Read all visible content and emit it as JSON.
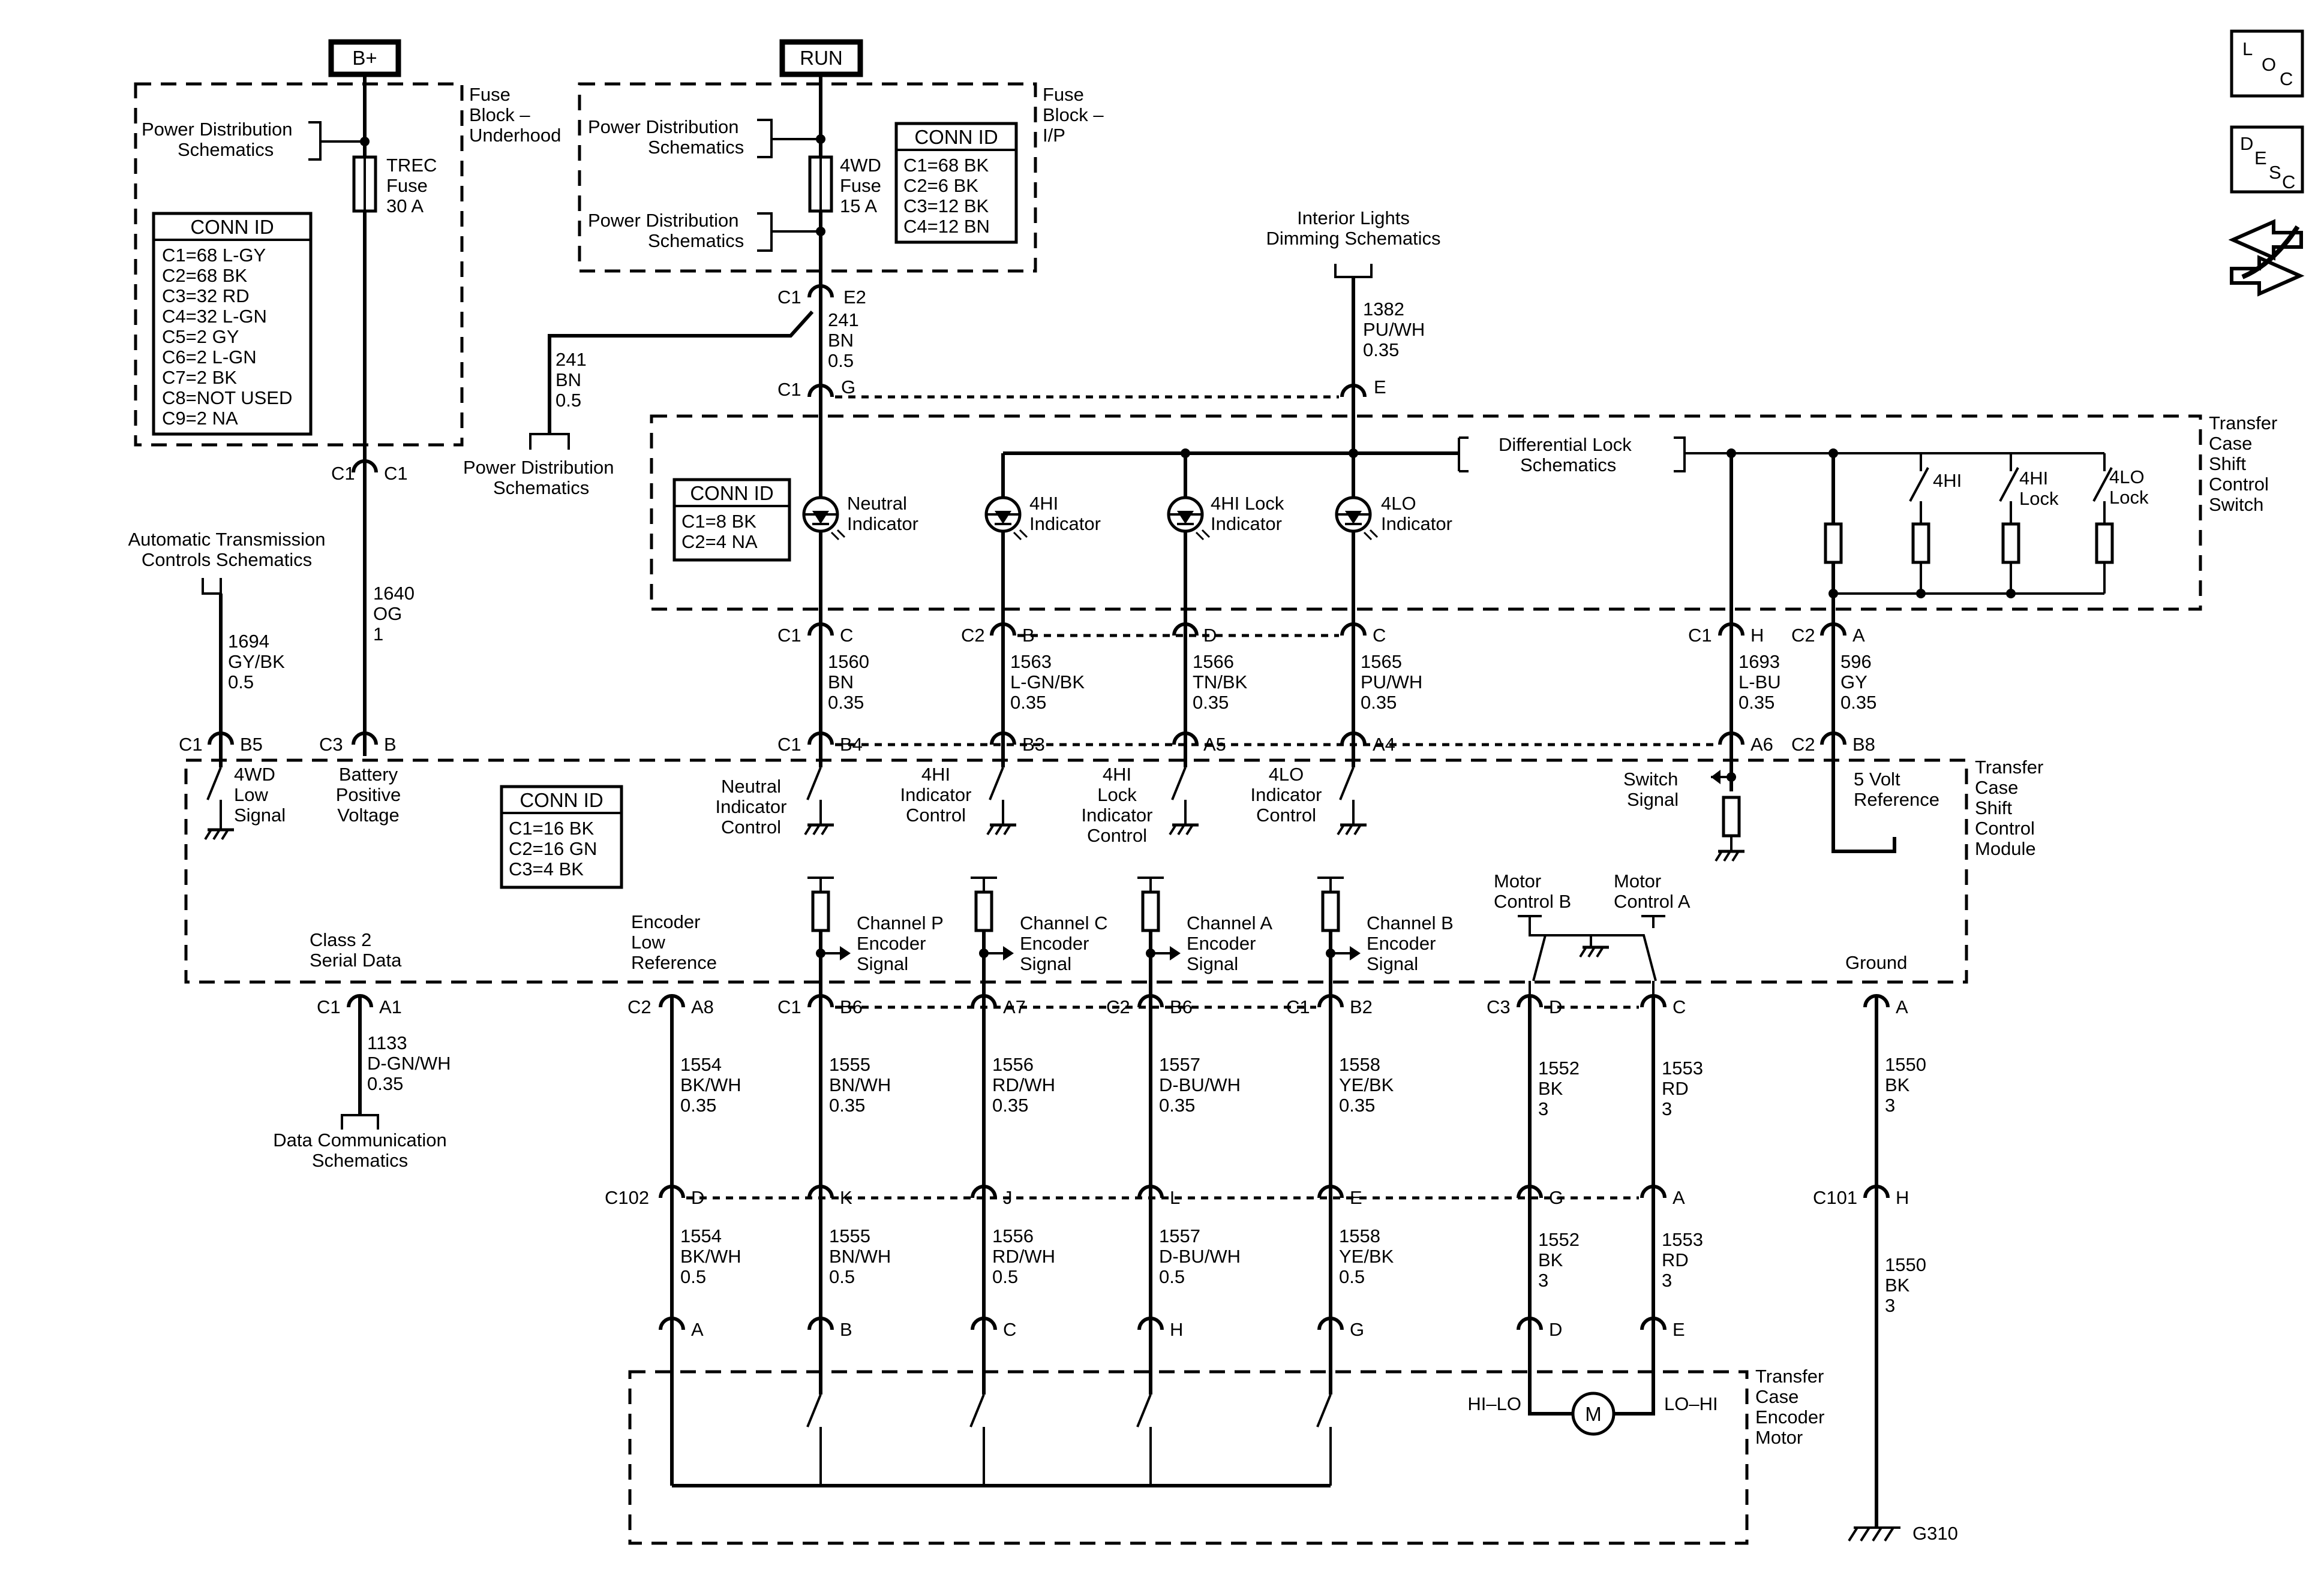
{
  "sources": {
    "bplus": "B+",
    "run": "RUN"
  },
  "nav_icons": {
    "loc": [
      "L",
      "O",
      "C"
    ],
    "desc": [
      "D",
      "E",
      "S",
      "C"
    ],
    "swap": "swap-arrows-icon"
  },
  "fuse_underhood": {
    "block_label": [
      "Fuse",
      "Block –",
      "Underhood"
    ],
    "power_ref": [
      "Power Distribution",
      "Schematics"
    ],
    "fuse": [
      "TREC",
      "Fuse",
      "30 A"
    ],
    "conn_title": "CONN ID",
    "conn": [
      "C1=68 L-GY",
      "C2=68 BK",
      "C3=32 RD",
      "C4=32 L-GN",
      "C5=2 GY",
      "C6=2 L-GN",
      "C7=2 BK",
      "C8=NOT USED",
      "C9=2 NA"
    ]
  },
  "fuse_ip": {
    "block_label": [
      "Fuse",
      "Block –",
      "I/P"
    ],
    "power_ref1": [
      "Power Distribution",
      "Schematics"
    ],
    "power_ref2": [
      "Power Distribution",
      "Schematics"
    ],
    "fuse": [
      "4WD",
      "Fuse",
      "15 A"
    ],
    "conn_title": "CONN ID",
    "conn": [
      "C1=68 BK",
      "C2=6 BK",
      "C3=12 BK",
      "C4=12 BN"
    ]
  },
  "switch_module": {
    "label": [
      "Transfer",
      "Case",
      "Shift",
      "Control",
      "Switch"
    ],
    "conn_title": "CONN ID",
    "conn": [
      "C1=8 BK",
      "C2=4 NA"
    ],
    "indicators": [
      [
        "Neutral",
        "Indicator"
      ],
      [
        "4HI",
        "Indicator"
      ],
      [
        "4HI Lock",
        "Indicator"
      ],
      [
        "4LO",
        "Indicator"
      ]
    ],
    "diff_lock": [
      "Differential Lock",
      "Schematics"
    ],
    "switches": [
      "4HI",
      [
        "4HI",
        "Lock"
      ],
      [
        "4LO",
        "Lock"
      ]
    ]
  },
  "control_module": {
    "label": [
      "Transfer",
      "Case",
      "Shift",
      "Control",
      "Module"
    ],
    "conn_title": "CONN ID",
    "conn": [
      "C1=16 BK",
      "C2=16 GN",
      "C3=4 BK"
    ],
    "inputs": [
      [
        "4WD",
        "Low",
        "Signal"
      ],
      [
        "Battery",
        "Positive",
        "Voltage"
      ],
      [
        "Neutral",
        "Indicator",
        "Control"
      ],
      [
        "4HI",
        "Indicator",
        "Control"
      ],
      [
        "4HI",
        "Lock",
        "Indicator",
        "Control"
      ],
      [
        "4LO",
        "Indicator",
        "Control"
      ],
      [
        "Switch",
        "Signal"
      ],
      [
        "5 Volt",
        "Reference"
      ]
    ],
    "outputs": [
      [
        "Class 2",
        "Serial Data"
      ],
      [
        "Encoder",
        "Low",
        "Reference"
      ],
      [
        "Channel P",
        "Encoder",
        "Signal"
      ],
      [
        "Channel C",
        "Encoder",
        "Signal"
      ],
      [
        "Channel A",
        "Encoder",
        "Signal"
      ],
      [
        "Channel B",
        "Encoder",
        "Signal"
      ],
      [
        "Motor",
        "Control B"
      ],
      [
        "Motor",
        "Control A"
      ],
      [
        "Ground"
      ]
    ]
  },
  "encoder_motor": {
    "label": [
      "Transfer",
      "Case",
      "Encoder",
      "Motor"
    ],
    "hilo": "HI–LO",
    "lohi": "LO–HI",
    "motor": "M"
  },
  "references": {
    "interior": [
      "Interior Lights",
      "Dimming Schematics"
    ],
    "power_mid": [
      "Power Distribution",
      "Schematics"
    ],
    "trans": [
      "Automatic Transmission",
      "Controls Schematics"
    ],
    "data": [
      "Data Communication",
      "Schematics"
    ]
  },
  "wires": {
    "w241a": [
      "241",
      "BN",
      "0.5"
    ],
    "w241b": [
      "241",
      "BN",
      "0.5"
    ],
    "w1382": [
      "1382",
      "PU/WH",
      "0.35"
    ],
    "w1640": [
      "1640",
      "OG",
      "1"
    ],
    "w1694": [
      "1694",
      "GY/BK",
      "0.5"
    ],
    "w1560": [
      "1560",
      "BN",
      "0.35"
    ],
    "w1563": [
      "1563",
      "L-GN/BK",
      "0.35"
    ],
    "w1566": [
      "1566",
      "TN/BK",
      "0.35"
    ],
    "w1565": [
      "1565",
      "PU/WH",
      "0.35"
    ],
    "w1693": [
      "1693",
      "L-BU",
      "0.35"
    ],
    "w596": [
      "596",
      "GY",
      "0.35"
    ],
    "w1133": [
      "1133",
      "D-GN/WH",
      "0.35"
    ],
    "w1554a": [
      "1554",
      "BK/WH",
      "0.35"
    ],
    "w1555a": [
      "1555",
      "BN/WH",
      "0.35"
    ],
    "w1556a": [
      "1556",
      "RD/WH",
      "0.35"
    ],
    "w1557a": [
      "1557",
      "D-BU/WH",
      "0.35"
    ],
    "w1558a": [
      "1558",
      "YE/BK",
      "0.35"
    ],
    "w1552a": [
      "1552",
      "BK",
      "3"
    ],
    "w1553a": [
      "1553",
      "RD",
      "3"
    ],
    "w1550a": [
      "1550",
      "BK",
      "3"
    ],
    "w1554b": [
      "1554",
      "BK/WH",
      "0.5"
    ],
    "w1555b": [
      "1555",
      "BN/WH",
      "0.5"
    ],
    "w1556b": [
      "1556",
      "RD/WH",
      "0.5"
    ],
    "w1557b": [
      "1557",
      "D-BU/WH",
      "0.5"
    ],
    "w1558b": [
      "1558",
      "YE/BK",
      "0.5"
    ],
    "w1552b": [
      "1552",
      "BK",
      "3"
    ],
    "w1553b": [
      "1553",
      "RD",
      "3"
    ],
    "w1550b": [
      "1550",
      "BK",
      "3"
    ]
  },
  "connectors": {
    "uh_c1_l": "C1",
    "uh_c1_r": "C1",
    "ip_c1": "C1",
    "ip_e2": "E2",
    "sw_c1_top": "C1",
    "sw_g": "G",
    "sw_e": "E",
    "sw_c1_bot": "C1",
    "sw_c": "C",
    "sw_c2": "C2",
    "sw_b": "B",
    "sw_d": "D",
    "sw_c4lo": "C",
    "sw_c1_h": "C1",
    "sw_h": "H",
    "sw_c2_a": "C2",
    "sw_a": "A",
    "m_c1_b5": "C1",
    "m_b5": "B5",
    "m_c3_b": "C3",
    "m_b": "B",
    "m_c1_b4": "C1",
    "m_b4": "B4",
    "m_b3": "B3",
    "m_a5": "A5",
    "m_a4": "A4",
    "m_a6": "A6",
    "m_c2_b8": "C2",
    "m_b8": "B8",
    "m_c1_a1": "C1",
    "m_a1": "A1",
    "m_c2_a8": "C2",
    "m_a8": "A8",
    "m_c1_b6": "C1",
    "m_b6a": "B6",
    "m_a7": "A7",
    "m_c2_b6": "C2",
    "m_b6b": "B6",
    "m_c1_b2": "C1",
    "m_b2": "B2",
    "m_c3_d": "C3",
    "m_d": "D",
    "m_c": "C",
    "m_a": "A",
    "c102": "C102",
    "c102_d": "D",
    "c102_k": "K",
    "c102_j": "J",
    "c102_l": "L",
    "c102_e": "E",
    "c102_g": "G",
    "c102_a": "A",
    "c101": "C101",
    "c101_h": "H",
    "mo_a": "A",
    "mo_b": "B",
    "mo_c": "C",
    "mo_h": "H",
    "mo_g": "G",
    "mo_d": "D",
    "mo_e": "E"
  },
  "ground": {
    "g310": "G310"
  }
}
